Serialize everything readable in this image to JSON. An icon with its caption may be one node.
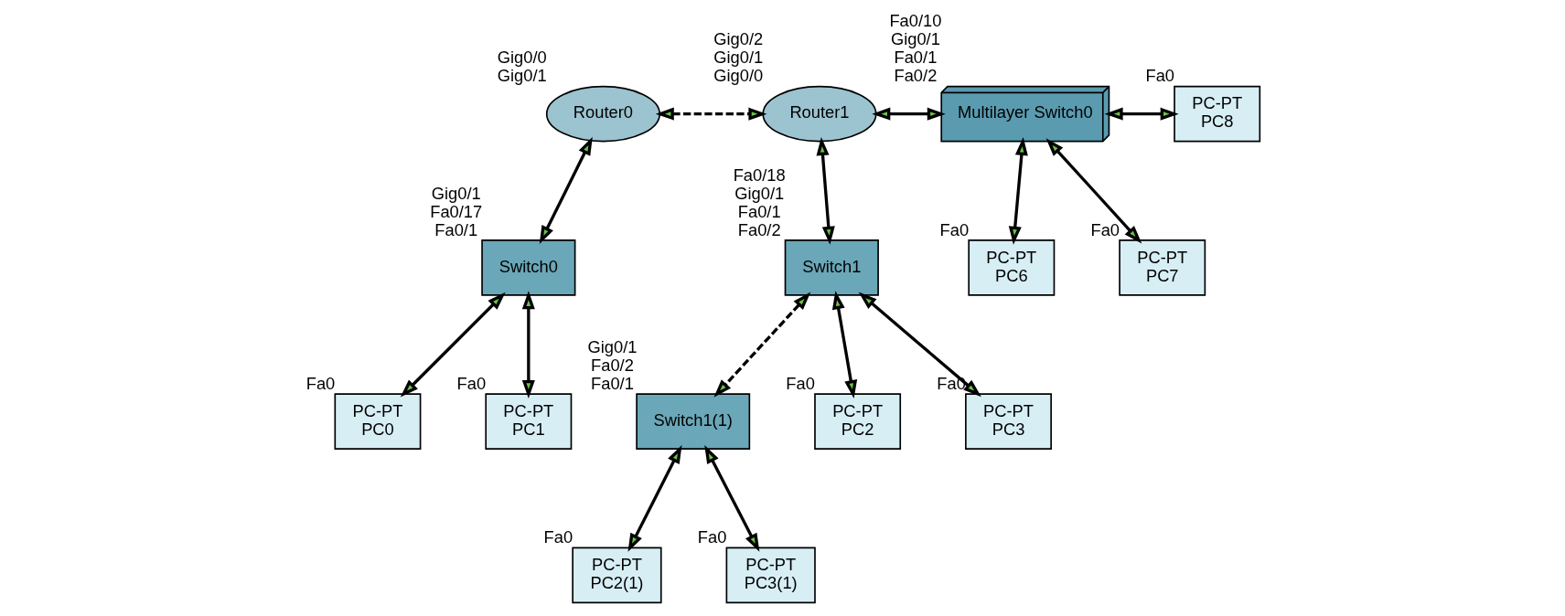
{
  "diagram": {
    "nodes": [
      {
        "text": [
          "Router0"
        ],
        "beside": [
          "Gig0/0",
          "Gig0/1"
        ]
      },
      {
        "text": [
          "Router1"
        ],
        "beside": [
          "Gig0/2",
          "Gig0/1",
          "Gig0/0"
        ]
      },
      {
        "text": [
          "Multilayer Switch0"
        ],
        "beside": [
          "Fa0/10",
          "Gig0/1",
          "Fa0/1",
          "Fa0/2"
        ]
      },
      {
        "text": [
          "PC-PT",
          "PC8"
        ],
        "beside": [
          "Fa0"
        ]
      },
      {
        "text": [
          "Switch0"
        ],
        "beside": [
          "Gig0/1",
          "Fa0/17",
          "Fa0/1"
        ]
      },
      {
        "text": [
          "Switch1"
        ],
        "beside": [
          "Fa0/18",
          "Gig0/1",
          "Fa0/1",
          "Fa0/2"
        ]
      },
      {
        "text": [
          "Switch1(1)"
        ],
        "beside": [
          "Gig0/1",
          "Fa0/2",
          "Fa0/1"
        ]
      },
      {
        "text": [
          "PC-PT",
          "PC6"
        ],
        "beside": [
          "Fa0"
        ]
      },
      {
        "text": [
          "PC-PT",
          "PC7"
        ],
        "beside": [
          "Fa0"
        ]
      },
      {
        "text": [
          "PC-PT",
          "PC0"
        ],
        "beside": [
          "Fa0"
        ]
      },
      {
        "text": [
          "PC-PT",
          "PC1"
        ],
        "beside": [
          "Fa0"
        ]
      },
      {
        "text": [
          "PC-PT",
          "PC2"
        ],
        "beside": [
          "Fa0"
        ]
      },
      {
        "text": [
          "PC-PT",
          "PC3"
        ],
        "beside": [
          "Fa0"
        ]
      },
      {
        "text": [
          "PC-PT",
          "PC2(1)"
        ],
        "beside": [
          "Fa0"
        ]
      },
      {
        "text": [
          "PC-PT",
          "PC3(1)"
        ],
        "beside": [
          "Fa0"
        ]
      }
    ],
    "edges": [
      {
        "from": 0,
        "to": 1,
        "arrow": "both",
        "style": "dashed"
      },
      {
        "from": 1,
        "to": 2,
        "arrow": "both"
      },
      {
        "from": 2,
        "to": 3,
        "arrow": "both"
      },
      {
        "from": 0,
        "to": 4,
        "arrow": "both"
      },
      {
        "from": 1,
        "to": 5,
        "arrow": "both"
      },
      {
        "from": 5,
        "to": 6,
        "arrow": "both",
        "style": "dashed"
      },
      {
        "from": 2,
        "to": 7,
        "arrow": "both"
      },
      {
        "from": 2,
        "to": 8,
        "arrow": "both"
      },
      {
        "from": 4,
        "to": 9,
        "arrow": "both"
      },
      {
        "from": 4,
        "to": 10,
        "arrow": "both"
      },
      {
        "from": 5,
        "to": 11,
        "arrow": "both"
      },
      {
        "from": 5,
        "to": 12,
        "arrow": "both"
      },
      {
        "from": 6,
        "to": 13,
        "arrow": "both"
      },
      {
        "from": 6,
        "to": 14,
        "arrow": "both"
      }
    ]
  }
}
